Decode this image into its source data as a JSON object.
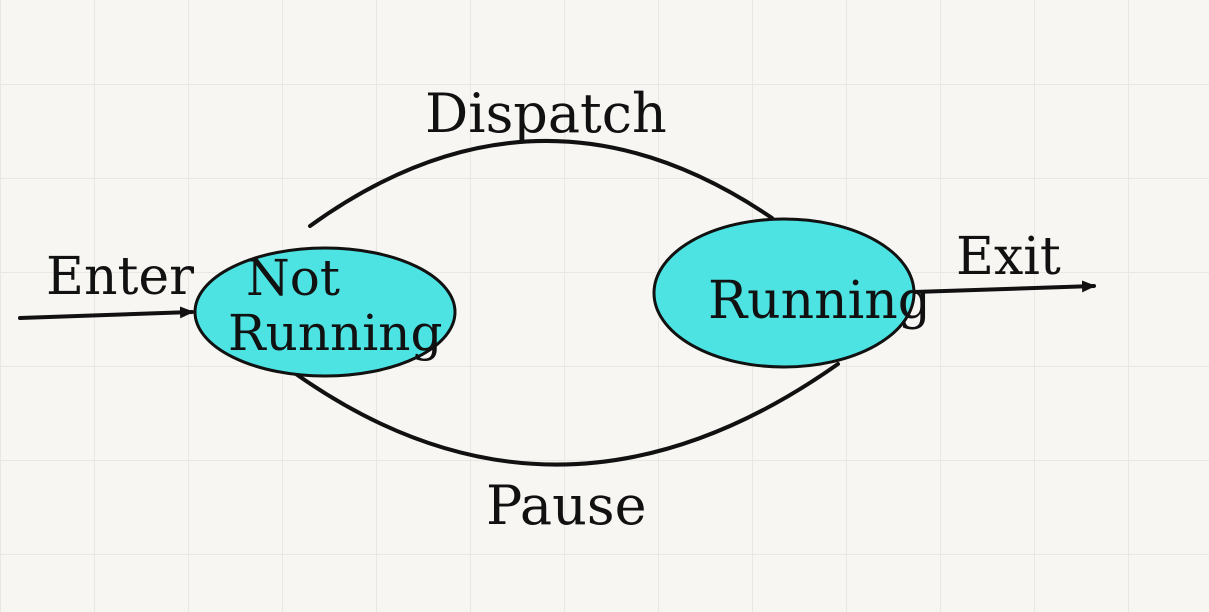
{
  "diagram": {
    "labels": {
      "dispatch": "Dispatch",
      "pause": "Pause",
      "enter": "Enter",
      "exit": "Exit"
    },
    "states": {
      "not_running": {
        "line1": "Not",
        "line2": "Running"
      },
      "running": {
        "label": "Running"
      }
    },
    "colors": {
      "state_fill": "#4de3e3",
      "stroke": "#111111",
      "background": "#f7f6f2",
      "grid": "#e9e7e1"
    }
  }
}
